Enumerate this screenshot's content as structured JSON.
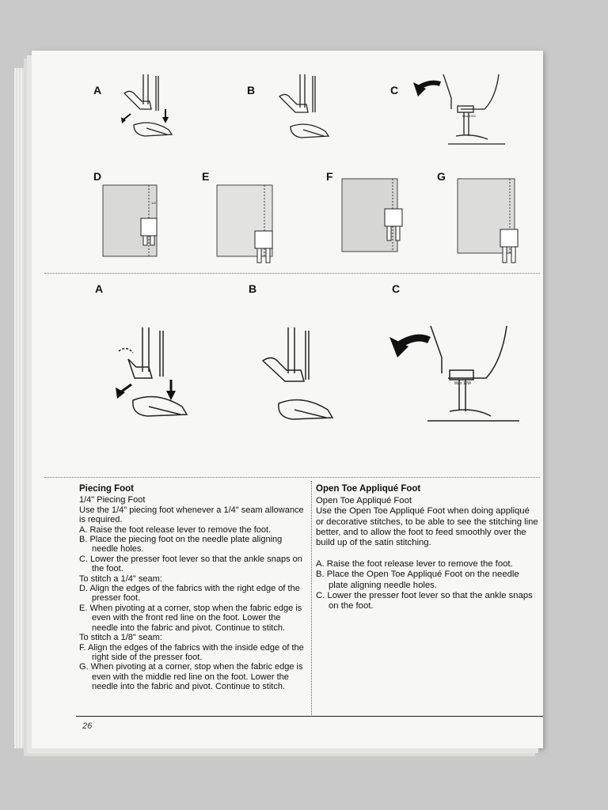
{
  "top_figures": {
    "row1_labels": [
      "A",
      "B",
      "C"
    ],
    "row2_labels": [
      "D",
      "E",
      "F",
      "G"
    ],
    "row3_labels": [
      "A",
      "B",
      "C"
    ]
  },
  "piecing": {
    "title": "Piecing Foot",
    "lines": [
      {
        "text": "1/4\" Piecing Foot",
        "ind": false
      },
      {
        "text": "Use the 1/4\" piecing foot whenever a 1/4\" seam allowance is required.",
        "ind": false
      },
      {
        "text": "A. Raise the foot release lever to remove the foot.",
        "ind": true
      },
      {
        "text": "B. Place the piecing foot on the needle plate aligning needle holes.",
        "ind": true
      },
      {
        "text": "C. Lower the presser foot lever so that the ankle snaps on the foot.",
        "ind": true
      },
      {
        "text": "To stitch a 1/4\" seam:",
        "ind": false
      },
      {
        "text": "D. Align the edges of the fabrics with the right edge of the presser foot.",
        "ind": true
      },
      {
        "text": "E. When pivoting at a corner, stop when the fabric edge is even with the front red line on the foot. Lower the needle into the fabric and pivot. Continue to stitch.",
        "ind": true
      },
      {
        "text": "To stitch a 1/8\" seam:",
        "ind": false
      },
      {
        "text": "F. Align the edges of the fabrics with the inside edge of the right side of the presser foot.",
        "ind": true
      },
      {
        "text": "G. When pivoting at a corner, stop when the fabric edge is even with the middle red line on the foot. Lower the needle into the fabric and pivot. Continue to stitch.",
        "ind": true
      }
    ]
  },
  "applique": {
    "title": "Open Toe Appliqué Foot",
    "subtitle": "Open Toe Appliqué Foot",
    "intro": "Use the Open Toe Appliqué Foot when doing appliqué or decorative stitches, to be able to see the stitching line better, and to allow the foot to feed smoothly over the build up of the satin stitching.",
    "steps": [
      "A. Raise the foot release lever to remove the foot.",
      "B. Place the Open Toe Appliqué Foot on the needle plate aligning needle holes.",
      "C. Lower the presser foot lever so that the ankle snaps on the foot."
    ]
  },
  "page_number": "26",
  "figure_text": {
    "max_label": "Max 10W",
    "fabric_mark": "1/4\""
  }
}
